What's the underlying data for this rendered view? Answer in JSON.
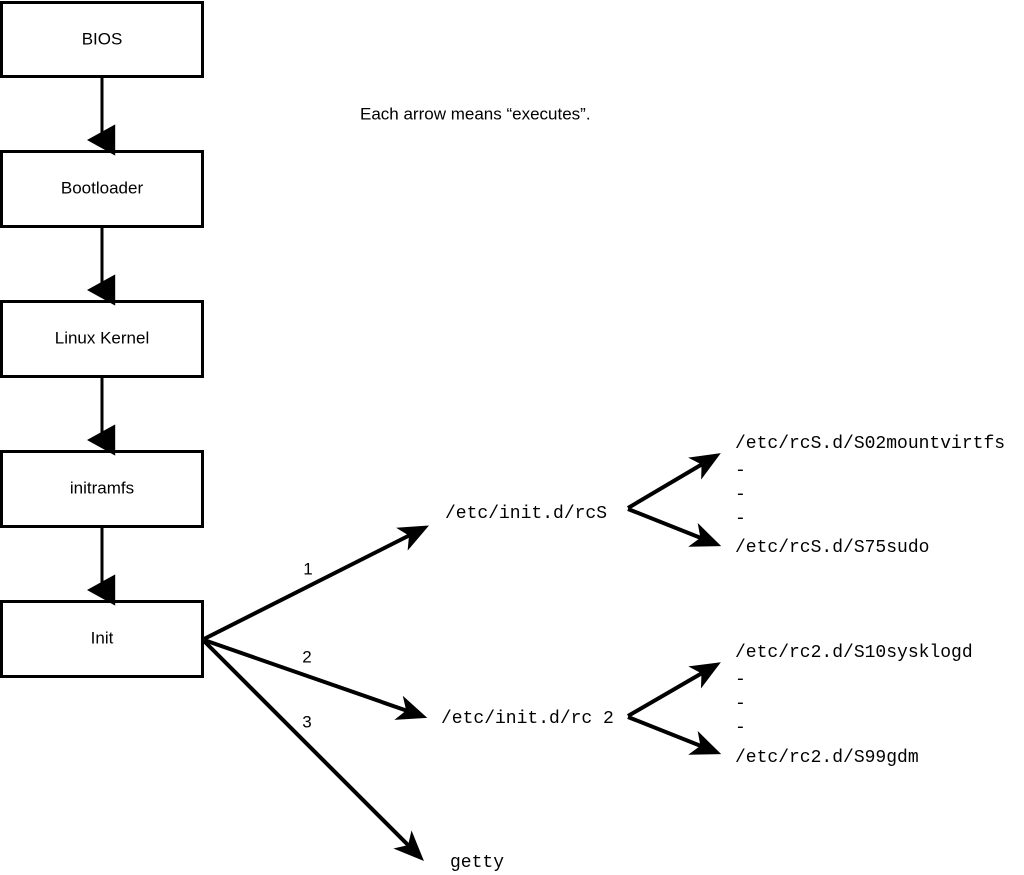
{
  "diagram": {
    "note": "Each arrow means “executes”.",
    "stages": [
      {
        "label": "BIOS"
      },
      {
        "label": "Bootloader"
      },
      {
        "label": "Linux Kernel"
      },
      {
        "label": "initramfs"
      },
      {
        "label": "Init"
      }
    ],
    "branch_numbers": [
      "1",
      "2",
      "3"
    ],
    "branch_targets": [
      {
        "label": "/etc/init.d/rcS"
      },
      {
        "label": "/etc/init.d/rc 2"
      },
      {
        "label": "getty"
      }
    ],
    "rcs_scripts": {
      "first": "/etc/rcS.d/S02mountvirtfs",
      "ellipsis": [
        "-",
        "-",
        "-"
      ],
      "last": "/etc/rcS.d/S75sudo"
    },
    "rc2_scripts": {
      "first": "/etc/rc2.d/S10sysklogd",
      "ellipsis": [
        "-",
        "-",
        "-"
      ],
      "last": "/etc/rc2.d/S99gdm"
    },
    "colors": {
      "stroke": "#000000",
      "fill": "#ffffff",
      "text": "#000000"
    }
  }
}
